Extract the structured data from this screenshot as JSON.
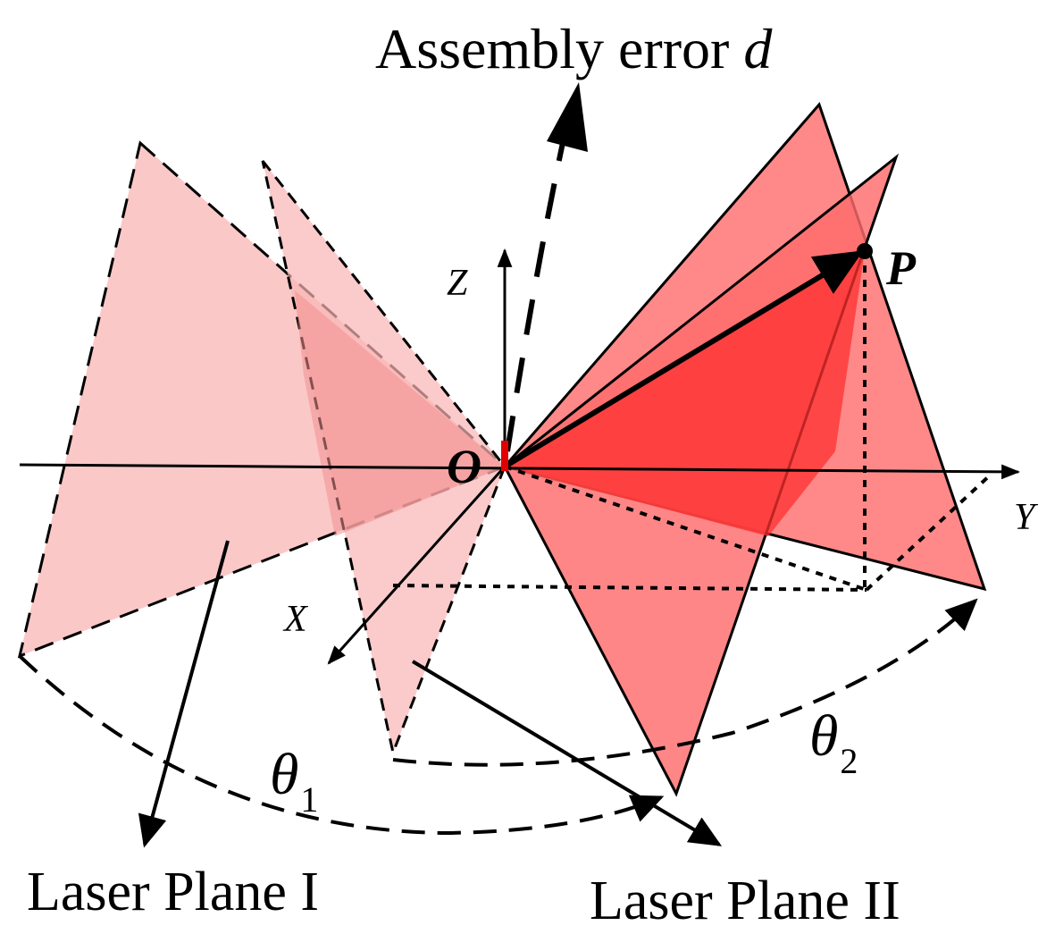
{
  "labels": {
    "assembly_error_text": "Assembly error ",
    "assembly_error_symbol": "d",
    "axis_z": "Z",
    "axis_y": "Y",
    "axis_x": "X",
    "origin": "O",
    "point": "P",
    "theta_1": "θ",
    "theta_1_sub": "1",
    "theta_2": "θ",
    "theta_2_sub": "2",
    "plane_1": "Laser Plane I",
    "plane_2": "Laser Plane II"
  },
  "colors": {
    "plane_1_fill": "#f9b5b5",
    "plane_1_overlap": "#f19a9a",
    "plane_2_fill": "#ff6b6b",
    "plane_2_inner": "#ff3b3b",
    "error_marker": "#e00000",
    "line": "#000000"
  }
}
